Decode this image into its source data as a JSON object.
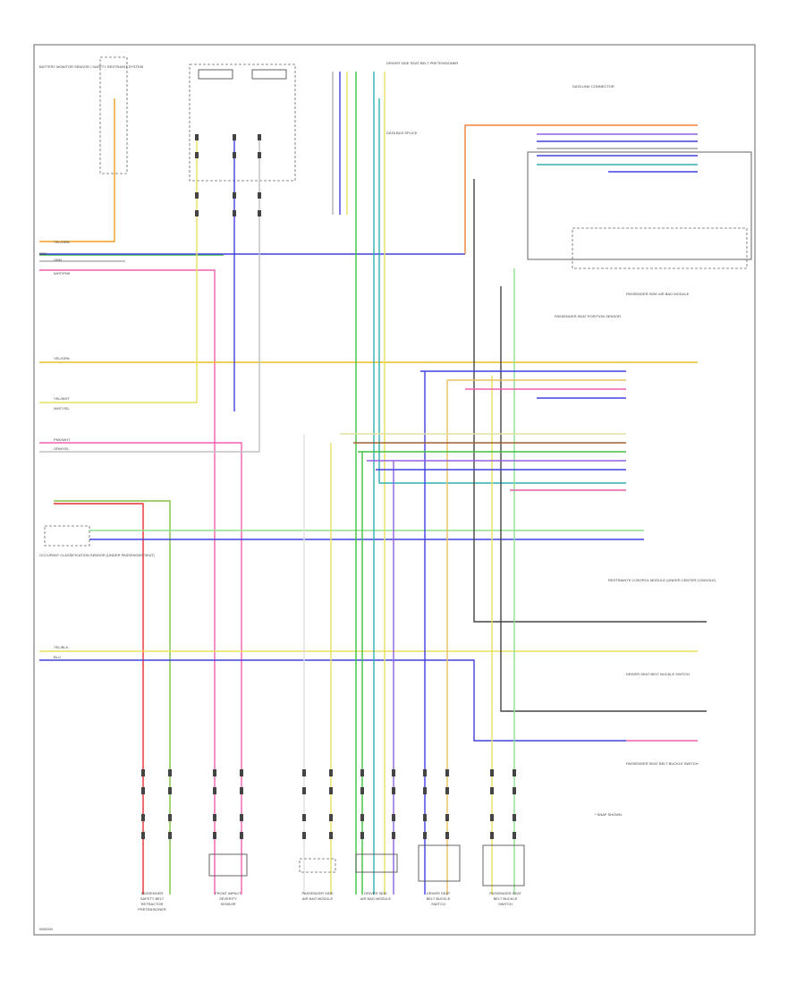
{
  "colors": {
    "orange": "#f0a020",
    "yellow": "#e8d020",
    "pink": "#f060b0",
    "red": "#e03030",
    "blue": "#4040e0",
    "green": "#40c040",
    "lightgreen": "#8fe08f",
    "gray": "#a0a0a0",
    "black": "#333333",
    "cyan": "#30b0b0",
    "violet": "#9060e0",
    "tan": "#d8c080",
    "brown": "#a06030"
  },
  "left_labels": {
    "top_module": "BATTERY MONITOR SENSOR / SAFETY RESTRAINT SYSTEM",
    "block_upper": "YEL/GRN",
    "row1": "BRN",
    "row2": "GRN",
    "row3": "WHT/PNK",
    "row4": "YEL/GRN",
    "row5": "YEL/WHT",
    "row6": "WHT/YEL",
    "row7": "PNK/WHT",
    "row8": "GRN/YEL",
    "bottom_left_module": "OCCUPANT CLASSIFICATION SENSOR (UNDER PASSENGER SEAT)",
    "lower1": "YEL/BLK",
    "lower2": "BLU"
  },
  "center_labels": {
    "top_center_module": "DRIVER SIDE SEAT BELT PRETENSIONER",
    "splice_text": "DATA BUS SPLICE",
    "middle_text": "PASSENGER SEAT POSITION SENSOR"
  },
  "right_labels": {
    "top_right": "DATA LINK CONNECTOR",
    "mid_right": "RESTRAINTS CONTROL MODULE (UNDER CENTER CONSOLE)",
    "right_module": "PASSENGER SIDE AIR BAG MODULE",
    "bottom_right1": "DRIVER SEAT BELT BUCKLE SWITCH",
    "bottom_right2": "PASSENGER SEAT BELT BUCKLE SWITCH",
    "note": "* SNAP SHOWN"
  },
  "bottom_components": [
    {
      "name": "PASSENGER SAFETY BELT RETRACTOR PRETENSIONER"
    },
    {
      "name": "FRONT IMPACT SEVERITY SENSOR"
    },
    {
      "name": "PASSENGER SIDE AIR BAG MODULE"
    },
    {
      "name": "DRIVER SIDE AIR BAG MODULE"
    },
    {
      "name": "DRIVER SEAT BELT BUCKLE SWITCH"
    },
    {
      "name": "PASSENGER SEAT BELT BUCKLE SWITCH"
    }
  ],
  "footer": "W00000"
}
